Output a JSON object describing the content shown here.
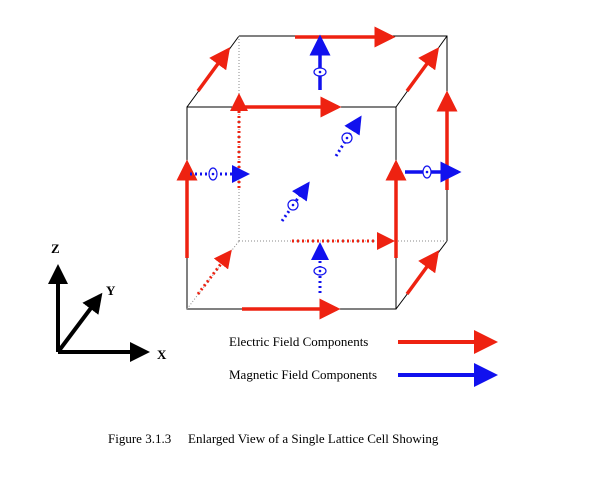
{
  "axes": {
    "x_label": "X",
    "y_label": "Y",
    "z_label": "Z"
  },
  "legend": {
    "electric_label": "Electric Field Components",
    "magnetic_label": "Magnetic Field Components"
  },
  "caption": {
    "number": "Figure 3.1.3",
    "text": "Enlarged View of a Single Lattice Cell Showing"
  },
  "colors": {
    "electric": "#ee2211",
    "magnetic": "#1111ee",
    "edge": "#000000"
  }
}
